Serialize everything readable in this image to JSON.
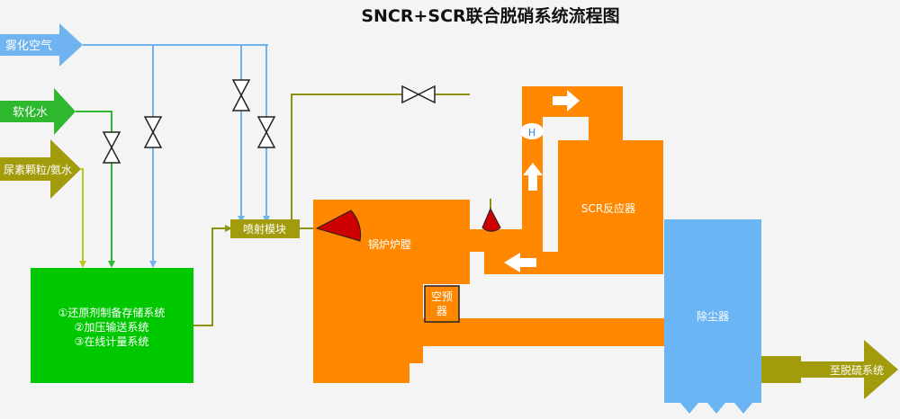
{
  "title": "SNCR+SCR联合脱硝系统流程图",
  "inputs": {
    "air": "雾化空气",
    "water": "软化水",
    "urea": "尿素颗粒/氨水"
  },
  "storage_system": {
    "line1": "①还原剂制备存储系统",
    "line2": "②加压输送系统",
    "line3": "③在线计量系统"
  },
  "injection_module": "喷射模块",
  "boiler": "锅炉炉膛",
  "scr_reactor": "SCR反应器",
  "air_preheater_line1": "空预",
  "air_preheater_line2": "器",
  "dust_collector": "除尘器",
  "output": "至脱硫系统",
  "h_marker": "H",
  "colors": {
    "air_line": "#6fb4f0",
    "water_line": "#2db82d",
    "urea_line": "#b8c81e",
    "module_line": "#8f9210",
    "orange": "#ff8800",
    "green_box": "#00c800",
    "blue_box": "#6bb5f5",
    "olive": "#a29b0b",
    "nozzle": "#cc0000"
  }
}
